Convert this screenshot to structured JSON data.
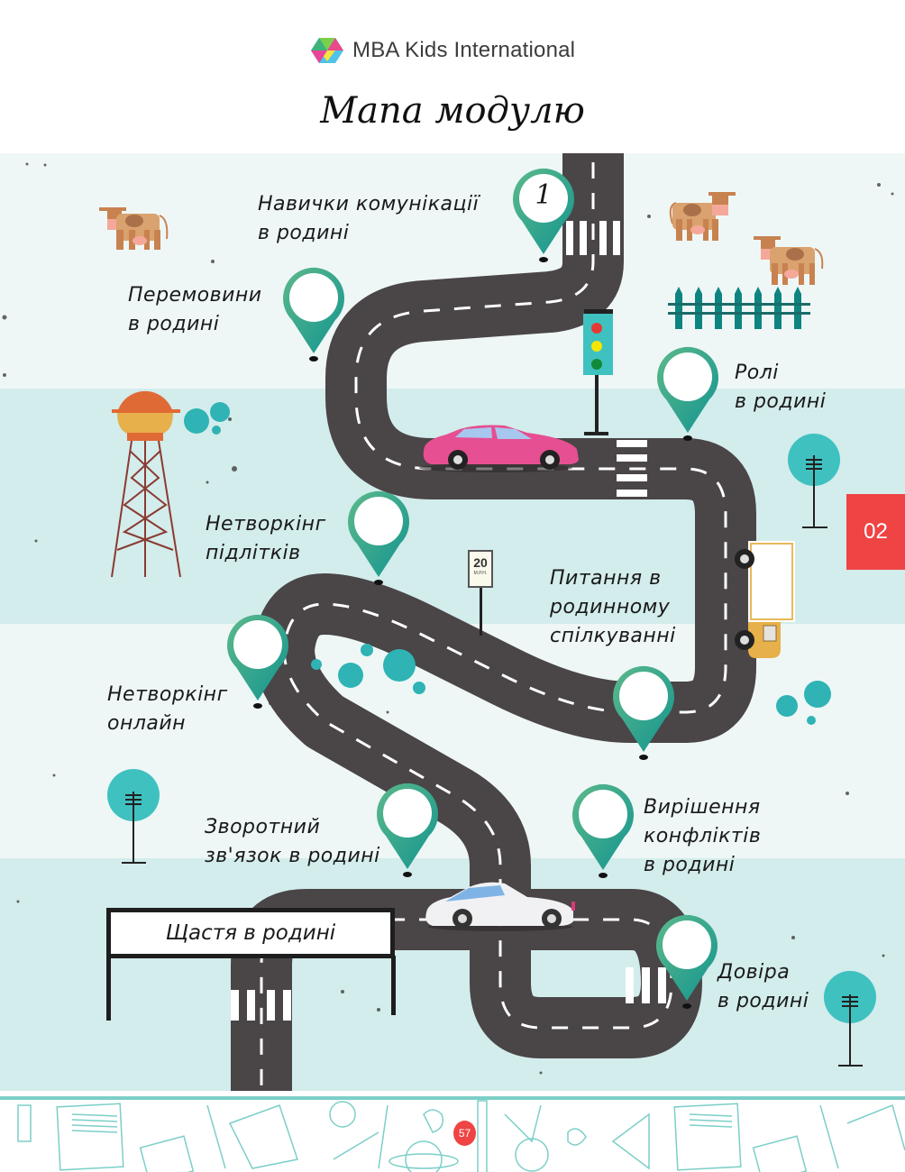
{
  "header": {
    "brand": "MBA Kids International",
    "title": "Мапа модулю"
  },
  "chapter_tab": "02",
  "page_number": "57",
  "speed_sign": {
    "value": "20",
    "unit": "M.P.H."
  },
  "finish_sign": "Щастя в родині",
  "colors": {
    "band_light": "#eef7f6",
    "band_dark": "#d3ecec",
    "road": "#4a4546",
    "pin_top": "#5cb98a",
    "pin_bottom": "#139490",
    "accent_red": "#ef4444",
    "teal": "#3fc1c0"
  },
  "pins": [
    {
      "number": "1",
      "label": "Навички комунікації\nв родині"
    },
    {
      "number": "",
      "label": "Перемовини\nв родині"
    },
    {
      "number": "",
      "label": "Ролі\nв родині"
    },
    {
      "number": "",
      "label": "Нетворкінг\nпідлітків"
    },
    {
      "number": "",
      "label": "Питання в\nродинному\nспілкуванні"
    },
    {
      "number": "",
      "label": "Нетворкінг\nонлайн"
    },
    {
      "number": "",
      "label": "Зворотний\nзв'язок в родині"
    },
    {
      "number": "",
      "label": "Вирішення\nконфліктів\nв родині"
    },
    {
      "number": "",
      "label": "Довіра\nв родині"
    }
  ]
}
